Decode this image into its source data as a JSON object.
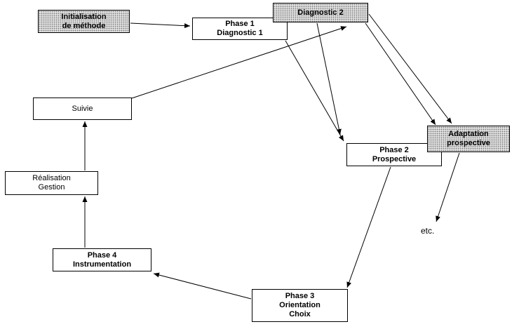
{
  "diagram": {
    "title": "Phased method cycle diagram",
    "colors": {
      "background": "#ffffff",
      "box_border": "#000000",
      "shaded_fill": "#dedede",
      "arrow": "#000000"
    },
    "nodes": {
      "initialisation": {
        "line1": "Initialisation",
        "line2": "de méthode"
      },
      "phase1": {
        "line1": "Phase 1",
        "line2": "Diagnostic 1"
      },
      "diagnostic2": {
        "line1": "Diagnostic 2"
      },
      "suivie": {
        "line1": "Suivie"
      },
      "phase2": {
        "line1": "Phase 2",
        "line2": "Prospective"
      },
      "adaptation": {
        "line1": "Adaptation",
        "line2": "prospective"
      },
      "realisation": {
        "line1": "Réalisation",
        "line2": "Gestion"
      },
      "phase4": {
        "line1": "Phase 4",
        "line2": "Instrumentation"
      },
      "phase3": {
        "line1": "Phase 3",
        "line2": "Orientation",
        "line3": "Choix"
      },
      "etc": {
        "line1": "etc."
      }
    },
    "edges": [
      "initialisation -> phase1",
      "suivie -> diagnostic2",
      "phase1 -> phase2",
      "diagnostic2 -> phase2",
      "diagnostic2 -> adaptation",
      "diagnostic2 -> adaptation",
      "adaptation -> etc",
      "phase2 -> phase3",
      "phase3 -> phase4",
      "phase4 -> realisation",
      "realisation -> suivie"
    ]
  }
}
